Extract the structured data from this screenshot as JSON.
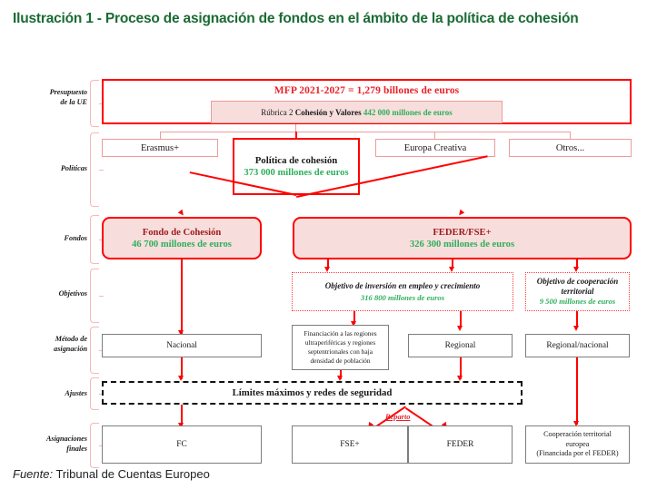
{
  "title": "Ilustración 1 - Proceso de asignación de fondos en el ámbito de la política de cohesión",
  "footer": {
    "label": "Fuente:",
    "text": " Tribunal de Cuentas Europeo"
  },
  "colors": {
    "title_green": "#1a6b33",
    "amount_green": "#2eaf5b",
    "accent_red": "#ff0000",
    "heading_red": "#e8222a",
    "dark_red": "#9c1a1a",
    "box_fill_pink": "#f7dedc",
    "bracket_pink": "#f6b8b8",
    "gray_border": "#7d7d7d"
  },
  "row_labels": [
    {
      "id": "presupuesto",
      "line1": "Presupuesto",
      "line2": "de la UE"
    },
    {
      "id": "politicas",
      "line1": "Políticas",
      "line2": ""
    },
    {
      "id": "fondos",
      "line1": "Fondos",
      "line2": ""
    },
    {
      "id": "objetivos",
      "line1": "Objetivos",
      "line2": ""
    },
    {
      "id": "metodo",
      "line1": "Método de",
      "line2": "asignación"
    },
    {
      "id": "ajustes",
      "line1": "Ajustes",
      "line2": ""
    },
    {
      "id": "asignaciones",
      "line1": "Asignaciones",
      "line2": "finales"
    }
  ],
  "budget": {
    "mfp": "MFP 2021-2027  = 1,279 billones de euros",
    "rubrica_prefix": "Rúbrica 2 ",
    "rubrica_bold": "Cohesión y Valores",
    "rubrica_amount": "442 000 millones de euros"
  },
  "policies": [
    {
      "label": "Erasmus+"
    },
    {
      "label": "Política de cohesión",
      "amount": "373 000 millones de euros"
    },
    {
      "label": "Europa Creativa"
    },
    {
      "label": "Otros..."
    }
  ],
  "funds": [
    {
      "label": "Fondo de Cohesión",
      "amount": "46 700 millones de euros"
    },
    {
      "label": "FEDER/FSE+",
      "amount": "326 300 millones de euros"
    }
  ],
  "objectives": [
    {
      "label": "Objetivo de inversión en empleo y crecimiento",
      "amount": "316 800 millones de euros"
    },
    {
      "label_line1": "Objetivo de cooperación",
      "label_line2": "territorial",
      "amount": "9 500 millones de euros"
    }
  ],
  "allocation_methods": [
    {
      "label": "Nacional"
    },
    {
      "line1": "Financiación a las regiones",
      "line2": "ultraperiféricas y regiones",
      "line3": "septentrionales con baja",
      "line4": "densidad de población"
    },
    {
      "label": "Regional"
    },
    {
      "label": "Regional/nacional"
    }
  ],
  "adjustments": {
    "label": "Límites máximos y redes de seguridad"
  },
  "split_label": "Reparto",
  "final_allocations": [
    {
      "label": "FC"
    },
    {
      "label": "FSE+"
    },
    {
      "label": "FEDER"
    },
    {
      "line1": "Cooperación territorial",
      "line2": "europea",
      "line3": "(Financiada por el FEDER)"
    }
  ]
}
